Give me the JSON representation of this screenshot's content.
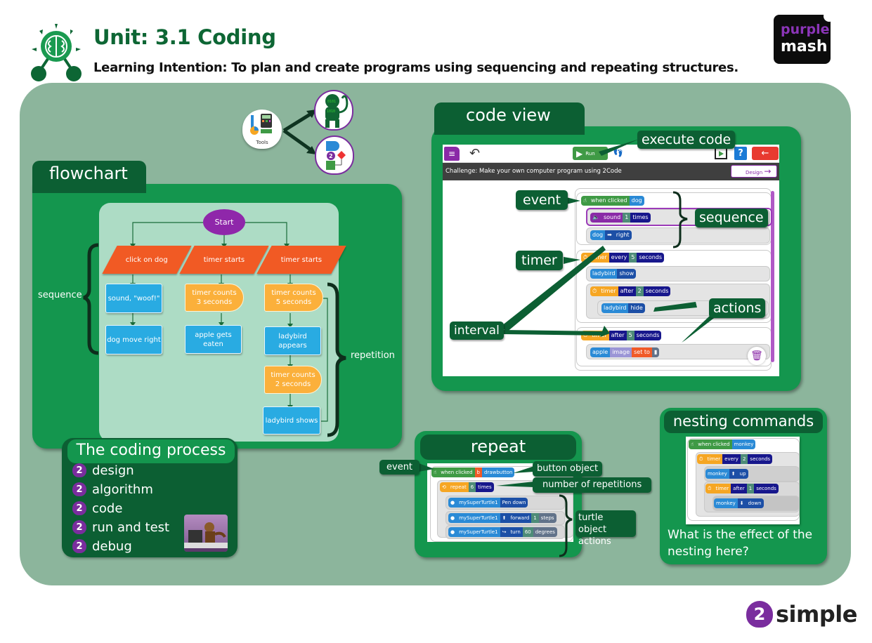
{
  "header": {
    "title": "Unit: 3.1 Coding",
    "learning_intention": "Learning Intention: To plan and create programs using sequencing and repeating structures.",
    "brand_logo": {
      "line1": "purple",
      "line2": "mash"
    }
  },
  "tools": {
    "tools_label": "Tools",
    "icons": [
      "tools-icon",
      "coding-monkey-icon",
      "flowchart-icon"
    ]
  },
  "flowchart": {
    "tab_label": "flowchart",
    "start": "Start",
    "columns": [
      {
        "input": "click on dog",
        "steps": [
          "sound, \"woof!\"",
          "dog move right"
        ]
      },
      {
        "input": "timer starts",
        "steps": [
          "timer counts 3 seconds",
          "apple gets eaten"
        ]
      },
      {
        "input": "timer starts",
        "steps": [
          "timer counts 5 seconds",
          "ladybird appears",
          "timer counts 2 seconds",
          "ladybird shows"
        ]
      }
    ],
    "labels": {
      "sequence": "sequence",
      "repetition": "repetition"
    }
  },
  "coding_process": {
    "title": "The coding process",
    "badge": "2",
    "steps": [
      "design",
      "algorithm",
      "code",
      "run and test",
      "debug"
    ]
  },
  "code_view": {
    "tab_label": "code view",
    "toolbar": {
      "run_label": "Run",
      "help": "?",
      "back": "←"
    },
    "challenge": "Challenge: Make your own computer program using 2Code",
    "design_label": "Design",
    "callouts": {
      "execute": "execute code",
      "event": "event",
      "sequence": "sequence",
      "timer": "timer",
      "interval": "interval",
      "actions": "actions"
    },
    "blocks": {
      "b1_when": "when clicked",
      "b1_obj": "dog",
      "b2_sound": "sound",
      "b2_num": "1",
      "b2_times": "times",
      "b3_obj": "dog",
      "b3_dir": "right",
      "b4_timer": "timer",
      "b4_every": "every",
      "b4_num": "5",
      "b4_sec": "seconds",
      "b5_obj": "ladybird",
      "b5_act": "show",
      "b6_timer": "timer",
      "b6_after": "after",
      "b6_num": "2",
      "b6_sec": "seconds",
      "b7_obj": "ladybird",
      "b7_act": "hide",
      "b8_timer": "timer",
      "b8_after": "after",
      "b8_num": "5",
      "b8_sec": "seconds",
      "b9_obj": "apple",
      "b9_prop": "image",
      "b9_set": "set to"
    }
  },
  "repeat": {
    "title": "repeat",
    "callouts": {
      "event": "event",
      "button_object": "button object",
      "num_reps": "number of repetitions",
      "turtle": "turtle object actions"
    },
    "blocks": {
      "when": "when clicked",
      "btn_badge": "b",
      "btn": "drawbutton",
      "repeat": "repeat",
      "count": "6",
      "times": "times",
      "turtle": "mySuperTurtle1",
      "pen": "Pen down",
      "forward": "forward",
      "fwd_num": "1",
      "steps": "steps",
      "turn": "turn",
      "turn_num": "60",
      "degrees": "degrees"
    }
  },
  "nesting": {
    "title": "nesting commands",
    "question": "What is the effect of the nesting here?",
    "blocks": {
      "when": "when clicked",
      "obj": "monkey",
      "t1": "timer",
      "t1_every": "every",
      "t1_num": "2",
      "t1_sec": "seconds",
      "m1_obj": "monkey",
      "m1_dir": "up",
      "t2": "timer",
      "t2_after": "after",
      "t2_num": "1",
      "t2_sec": "seconds",
      "m2_obj": "monkey",
      "m2_dir": "down"
    }
  },
  "footer": {
    "logo_badge": "2",
    "logo_word": "simple"
  },
  "colors": {
    "primary_green": "#14964e",
    "dark_green": "#0c5f33",
    "board_green": "#8cb59c",
    "purple": "#7a2d9e",
    "flow_orange": "#f15a24",
    "flow_blue": "#29abe2",
    "flow_yellow": "#fbb03b"
  }
}
